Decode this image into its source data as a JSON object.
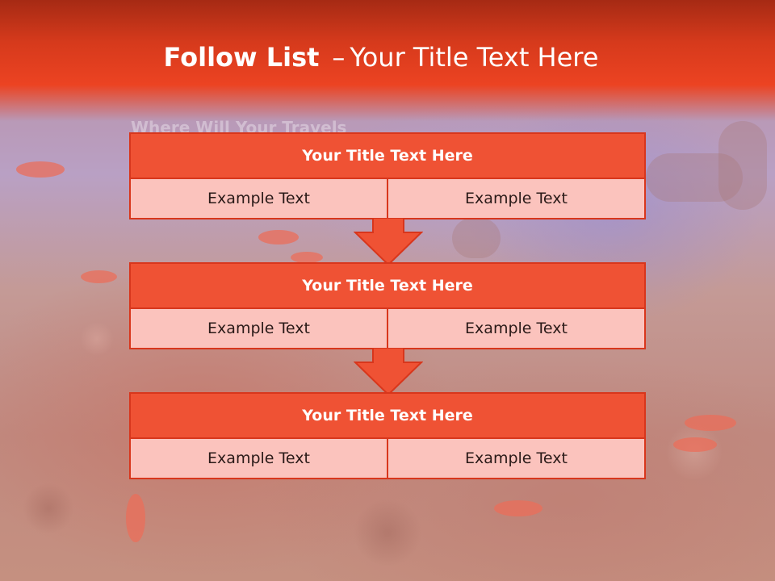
{
  "slide": {
    "title_bold": "Follow List",
    "title_dash": "–",
    "title_rest": "Your Title Text Here",
    "background_text": "Where Will Your Travels",
    "colors": {
      "header": "#ec4322",
      "block_title": "#ef5234",
      "block_border": "#d8361c",
      "cell": "#fbc3bd"
    }
  },
  "blocks": [
    {
      "title": "Your Title Text Here",
      "left": "Example Text",
      "right": "Example Text"
    },
    {
      "title": "Your Title Text Here",
      "left": "Example Text",
      "right": "Example Text"
    },
    {
      "title": "Your Title Text Here",
      "left": "Example Text",
      "right": "Example Text"
    }
  ],
  "icons": [
    "down-arrow-icon",
    "down-arrow-icon"
  ]
}
